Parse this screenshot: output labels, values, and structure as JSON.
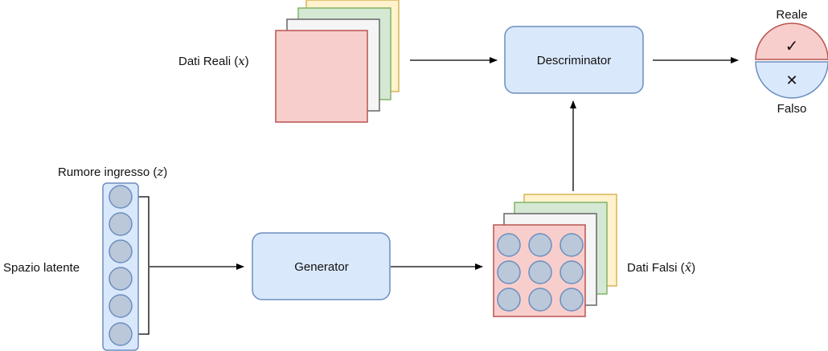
{
  "labels": {
    "real_data": "Dati Reali (",
    "real_data_var": "x",
    "fake_data": "Dati Falsi (",
    "fake_data_var": "x̂",
    "noise": "Rumore ingresso (",
    "noise_var": "z",
    "close_paren": ")",
    "latent_space": "Spazio latente",
    "generator": "Generator",
    "discriminator": "Descriminator",
    "real": "Reale",
    "fake": "Falso",
    "check_glyph": "✓",
    "cross_glyph": "✕"
  },
  "colors": {
    "blue_fill": "#dae8fc",
    "blue_stroke": "#6c8ebf",
    "red_fill": "#f8cecc",
    "red_stroke": "#b85450",
    "green_fill": "#d5e8d4",
    "green_stroke": "#82b366",
    "yellow_fill": "#fff2cc",
    "yellow_stroke": "#d6b656",
    "gray_fill": "#f5f5f5",
    "gray_stroke": "#666666",
    "neuron_fill": "#bac8d9"
  }
}
